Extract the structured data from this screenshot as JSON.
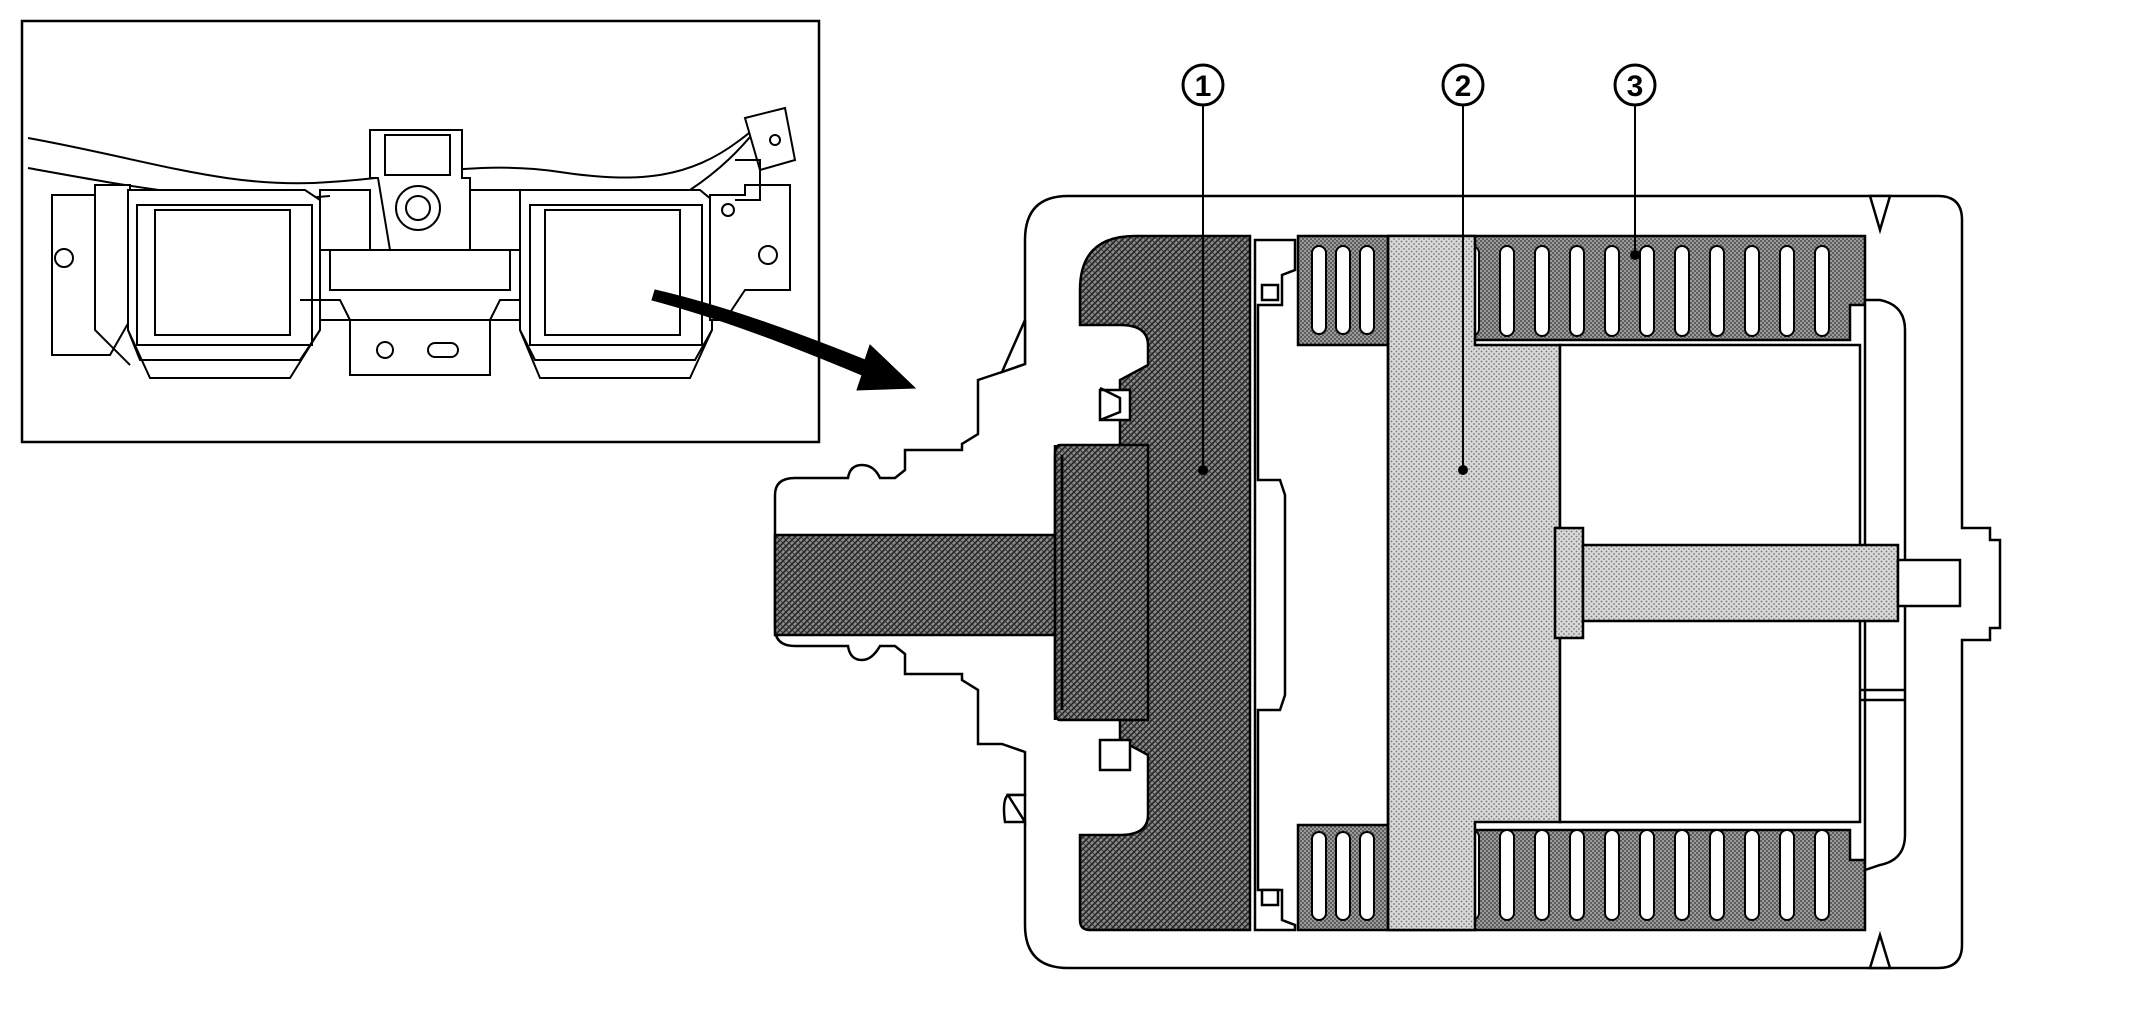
{
  "diagram": {
    "callouts": [
      {
        "id": "1",
        "label": "1"
      },
      {
        "id": "2",
        "label": "2"
      },
      {
        "id": "3",
        "label": "3"
      }
    ],
    "colors": {
      "line": "#000000",
      "background": "#ffffff",
      "dense_hatch": "#4a4a4a",
      "light_fill": "#c8c8c8"
    }
  }
}
